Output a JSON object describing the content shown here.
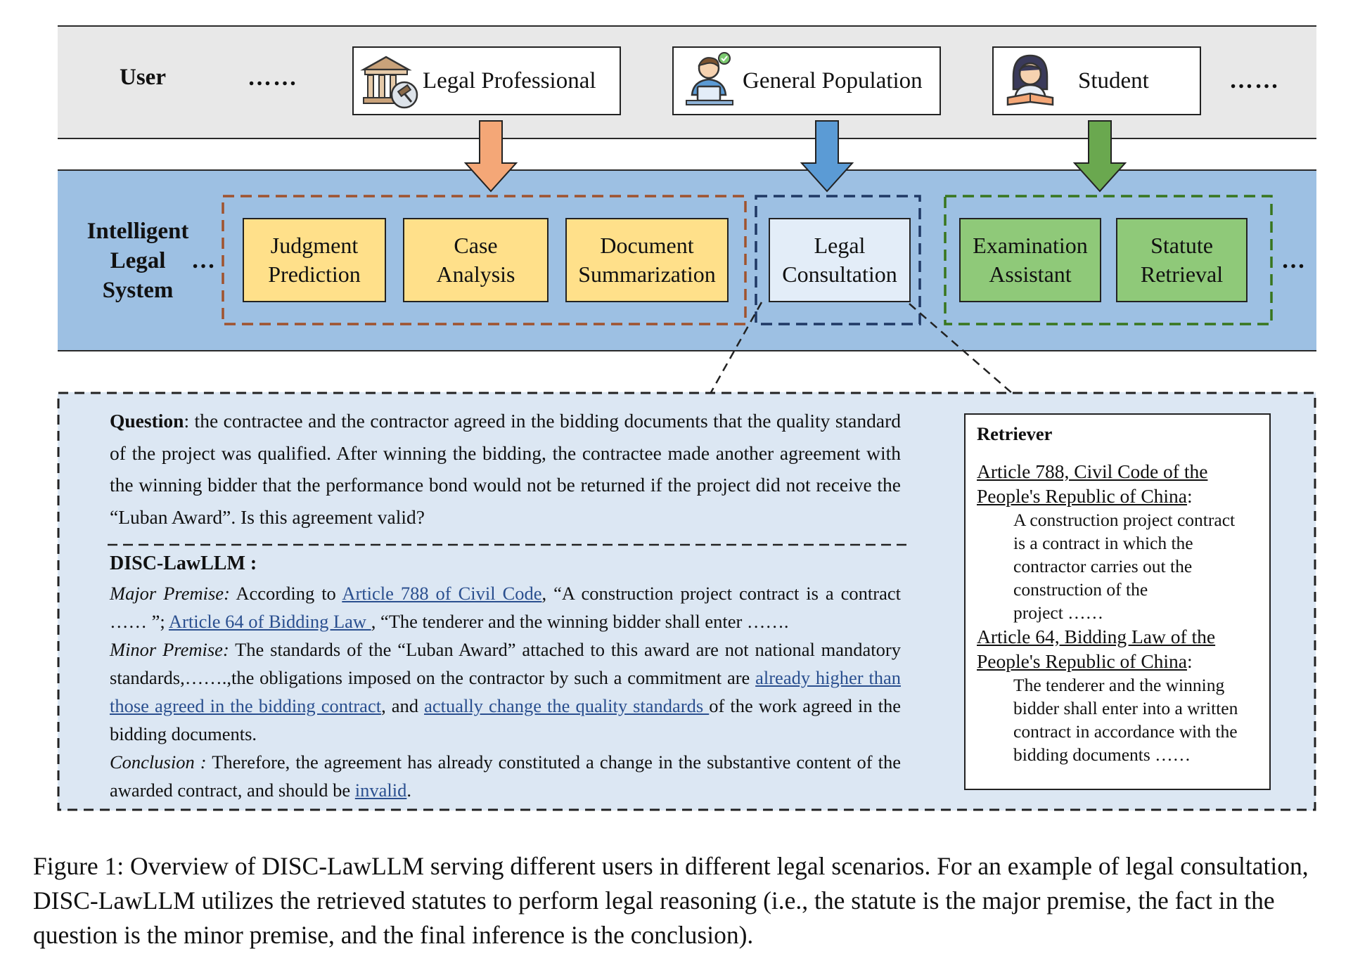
{
  "user_band": {
    "label": "User",
    "ellipsis_left": "……",
    "ellipsis_right": "……",
    "boxes": [
      {
        "label": "Legal Professional",
        "icon": "courthouse-gavel-icon",
        "arrow_color": "#f4a777"
      },
      {
        "label": "General Population",
        "icon": "person-laptop-icon",
        "arrow_color": "#5b9bd5"
      },
      {
        "label": "Student",
        "icon": "student-reading-icon",
        "arrow_color": "#6aa84f"
      }
    ]
  },
  "system_band": {
    "label_lines": [
      "Intelligent",
      "Legal",
      "System"
    ],
    "ellipsis_left": "…",
    "ellipsis_right": "…",
    "groups": [
      {
        "color": "#a0522d",
        "tasks": [
          {
            "lines": [
              "Judgment",
              "Prediction"
            ]
          },
          {
            "lines": [
              "Case",
              "Analysis"
            ]
          },
          {
            "lines": [
              "Document",
              "Summarization"
            ]
          }
        ]
      },
      {
        "color": "#1f3864",
        "tasks": [
          {
            "lines": [
              "Legal",
              "Consultation"
            ]
          }
        ]
      },
      {
        "color": "#38761d",
        "tasks": [
          {
            "lines": [
              "Examination",
              "Assistant"
            ]
          },
          {
            "lines": [
              "Statute",
              "Retrieval"
            ]
          }
        ]
      }
    ]
  },
  "consultation": {
    "question_label": "Question",
    "question_text": ": the contractee and the contractor agreed in the bidding documents that the quality standard of the project was qualified. After winning the bidding, the contractee made another agreement with the winning bidder that the performance bond would not be returned if the project did not receive the “Luban Award”. Is this agreement valid?",
    "answer_label": "DISC-LawLLM :",
    "major_label": "Major Premise:",
    "major_1": " According to ",
    "major_link_1": "Article 788 of Civil Code",
    "major_2": ", “A construction project contract is a contract …… ”; ",
    "major_link_2": "Article 64 of Bidding Law ",
    "major_3": ", “The tenderer and the winning bidder shall enter …….",
    "minor_label": "Minor Premise:",
    "minor_1": " The standards of the “Luban Award” attached to this award are not national mandatory standards,…….,the obligations imposed on the contractor by such a commitment are ",
    "minor_link_1": "already higher than those agreed in the bidding contract",
    "minor_2": ", and ",
    "minor_link_2": "actually change the quality standards ",
    "minor_3": "of the work agreed in the bidding documents.",
    "conclusion_label": "Conclusion :",
    "conclusion_1": " Therefore, the agreement has already constituted a change in the substantive content of the awarded contract, and should be ",
    "conclusion_link": "invalid",
    "conclusion_2": "."
  },
  "retriever": {
    "title": "Retriever",
    "article1_l1": "Article 788, Civil Code of the",
    "article1_l2": "People's Republic of China",
    "article1_colon": " :",
    "article1_text": [
      "A construction project contract",
      "is a contract in which the",
      "contractor carries out the",
      "construction of the",
      "project ……"
    ],
    "article2_l1": "Article 64, Bidding Law of the",
    "article2_l2": "People's Republic of China",
    "article2_colon": " :",
    "article2_text": [
      "The tenderer and the winning",
      "bidder shall enter into a written",
      "contract in accordance with the",
      "bidding documents ……"
    ]
  },
  "caption": "Figure 1: Overview of DISC-LawLLM serving different users in different legal scenarios. For an example of legal consultation, DISC-LawLLM utilizes the retrieved statutes to perform legal reasoning (i.e., the statute is the major premise, the fact in the question is the minor premise, and the final inference is the conclusion)."
}
